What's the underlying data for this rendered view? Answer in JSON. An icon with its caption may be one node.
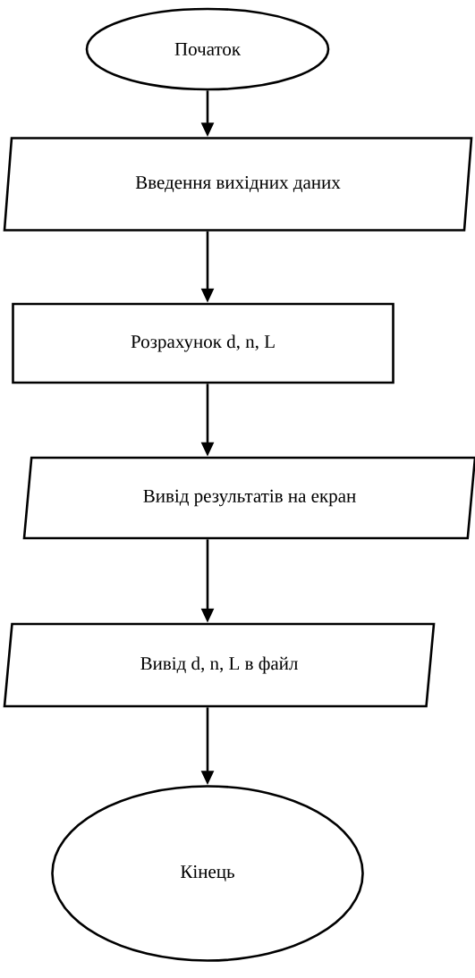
{
  "diagram": {
    "nodes": [
      {
        "text": [
          "Початок"
        ]
      },
      {
        "text": [
          "Введення вихідних даних"
        ]
      },
      {
        "text": [
          "Розрахунок d, n, L"
        ]
      },
      {
        "text": [
          "Вивід результатів на екран"
        ]
      },
      {
        "text": [
          "Вивід d, n, L в файл"
        ]
      },
      {
        "text": [
          "Кінець"
        ]
      }
    ],
    "edges": [
      {
        "from": 0,
        "to": 1,
        "arrow": "to"
      },
      {
        "from": 1,
        "to": 2,
        "arrow": "to"
      },
      {
        "from": 2,
        "to": 3,
        "arrow": "to"
      },
      {
        "from": 3,
        "to": 4,
        "arrow": "to"
      },
      {
        "from": 4,
        "to": 5,
        "arrow": "to"
      }
    ]
  }
}
